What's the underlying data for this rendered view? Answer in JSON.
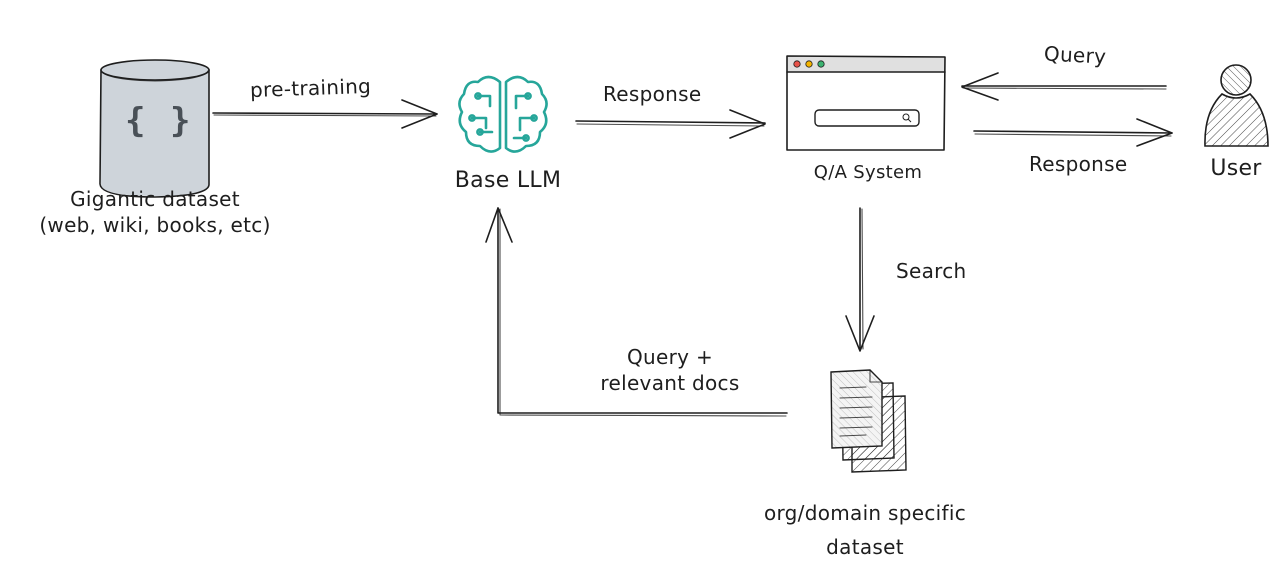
{
  "nodes": {
    "dataset": {
      "label": "Gigantic dataset\n(web, wiki, books, etc)",
      "icon_text": "{ }"
    },
    "llm": {
      "label": "Base LLM"
    },
    "qa": {
      "label": "Q/A System"
    },
    "user": {
      "label": "User"
    },
    "docs": {
      "label": "org/domain specific\ndataset"
    }
  },
  "edges": {
    "pretraining": "pre-training",
    "llm_response": "Response",
    "query": "Query",
    "user_response": "Response",
    "search": "Search",
    "query_docs": "Query +\nrelevant docs"
  },
  "colors": {
    "ink": "#1e1e1e",
    "cylinder_fill": "#ced4da",
    "brain_stroke": "#26a69a",
    "window_bar": "#e0e0e0",
    "dot_red": "#e8534a",
    "dot_yellow": "#f4b400",
    "dot_green": "#3cb371"
  },
  "icons": [
    "database-cylinder-icon",
    "brain-circuit-icon",
    "browser-window-icon",
    "user-icon",
    "documents-icon"
  ]
}
